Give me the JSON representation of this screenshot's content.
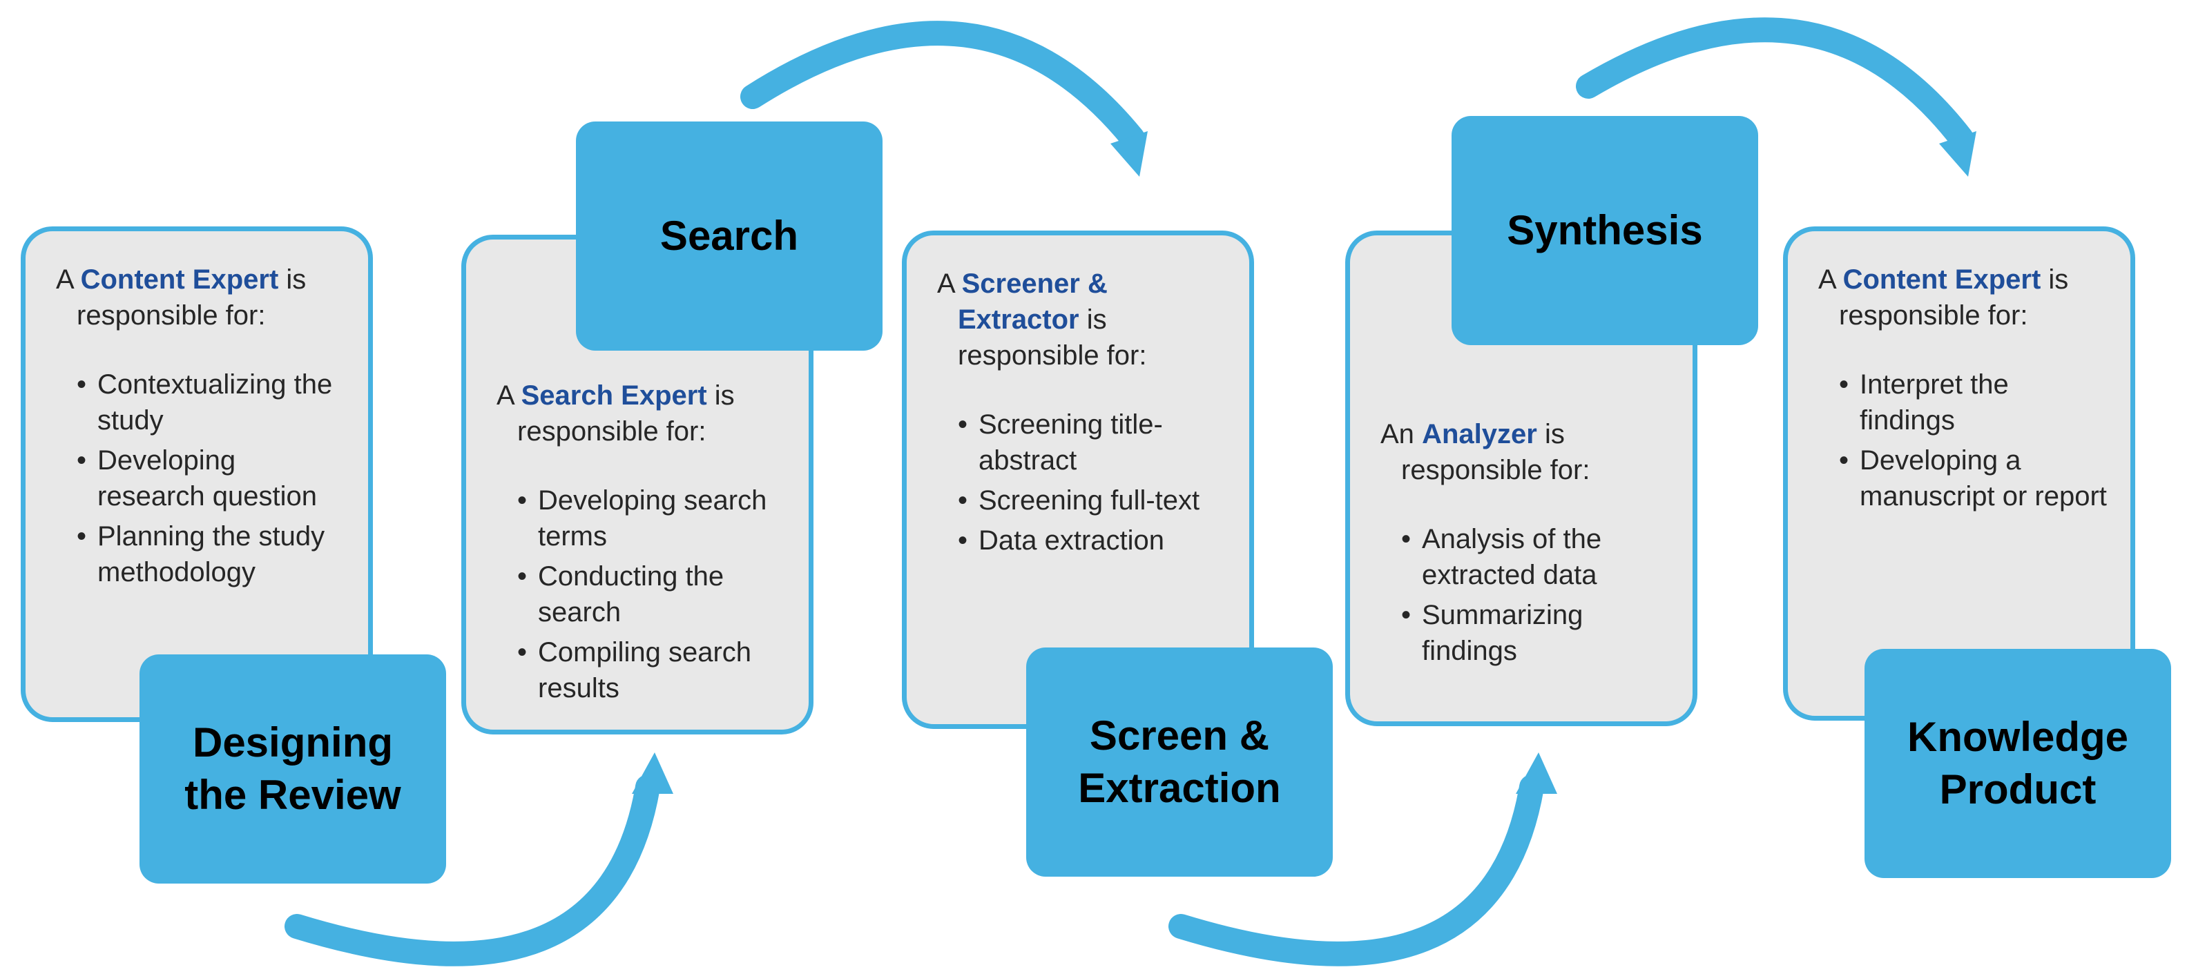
{
  "colors": {
    "accent": "#45b1e1",
    "card_bg": "#e8e8e8",
    "role": "#1f4e9a",
    "text": "#262626"
  },
  "stages": [
    {
      "title": "Designing the Review",
      "article": "A",
      "role": "Content Expert",
      "suffix": "is responsible for:",
      "items": [
        "Contextualizing the study",
        "Developing research question",
        "Planning the study methodology"
      ]
    },
    {
      "title": "Search",
      "article": "A",
      "role": "Search Expert",
      "suffix": "is responsible for:",
      "items": [
        "Developing search terms",
        "Conducting the search",
        "Compiling search results"
      ]
    },
    {
      "title": "Screen & Extraction",
      "article": "A",
      "role": "Screener & Extractor",
      "suffix": "is responsible for:",
      "items": [
        "Screening title-abstract",
        "Screening full-text",
        "Data extraction"
      ]
    },
    {
      "title": "Synthesis",
      "article": "An",
      "role": "Analyzer",
      "suffix": "is responsible for:",
      "items": [
        "Analysis of the extracted data",
        "Summarizing findings"
      ]
    },
    {
      "title": "Knowledge Product",
      "article": "A",
      "role": "Content Expert",
      "suffix": "is responsible for:",
      "items": [
        "Interpret the findings",
        "Developing a manuscript or report"
      ]
    }
  ]
}
